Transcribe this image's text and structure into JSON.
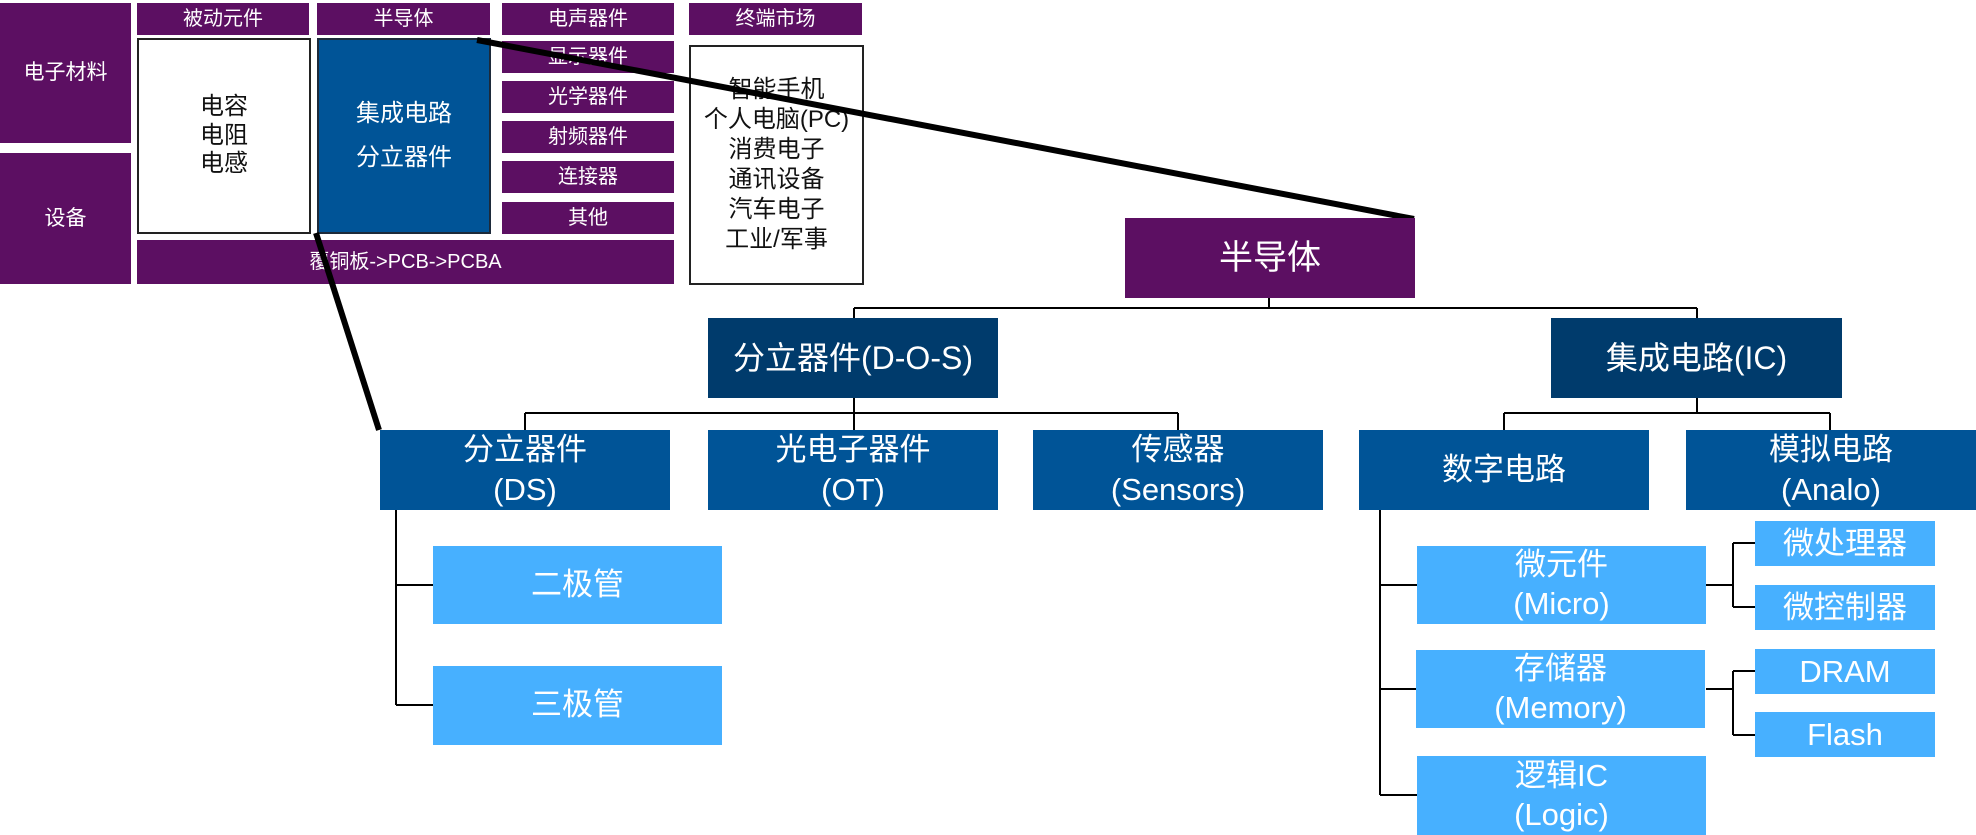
{
  "top_panel": {
    "side_labels": [
      "电子材料",
      "设备"
    ],
    "categories": [
      "被动元件",
      "半导体",
      "电声器件",
      "终端市场"
    ],
    "passive_components": [
      "电容",
      "电阻",
      "电感"
    ],
    "semiconductor_components": [
      "集成电路",
      "分立器件"
    ],
    "electro_items": [
      "显示器件",
      "光学器件",
      "射频器件",
      "连接器",
      "其他"
    ],
    "terminal_markets": [
      "智能手机",
      "个人电脑(PC)",
      "消费电子",
      "通讯设备",
      "汽车电子",
      "工业/军事"
    ],
    "pcb_chain": "覆铜板->PCB->PCBA"
  },
  "tree": {
    "root": "半导体",
    "discrete": "分立器件(D-O-S)",
    "ic": "集成电路(IC)",
    "ds": {
      "cn": "分立器件",
      "en": "(DS)"
    },
    "ot": {
      "cn": "光电子器件",
      "en": "(OT)"
    },
    "sensors": {
      "cn": "传感器",
      "en": "(Sensors)"
    },
    "digital": "数字电路",
    "analog": {
      "cn": "模拟电路",
      "en": "(Analo)"
    },
    "diode": "二极管",
    "triode": "三极管",
    "micro": {
      "cn": "微元件",
      "en": "(Micro)"
    },
    "memory": {
      "cn": "存储器",
      "en": "(Memory)"
    },
    "logic": {
      "cn": "逻辑IC",
      "en": "(Logic)"
    },
    "microprocessor": "微处理器",
    "microcontroller": "微控制器",
    "dram": "DRAM",
    "flash": "Flash"
  },
  "colors": {
    "purple": "#5c0f62",
    "blue_mid": "#005497",
    "blue_dark": "#003b6c",
    "blue_light": "#47b0ff"
  }
}
